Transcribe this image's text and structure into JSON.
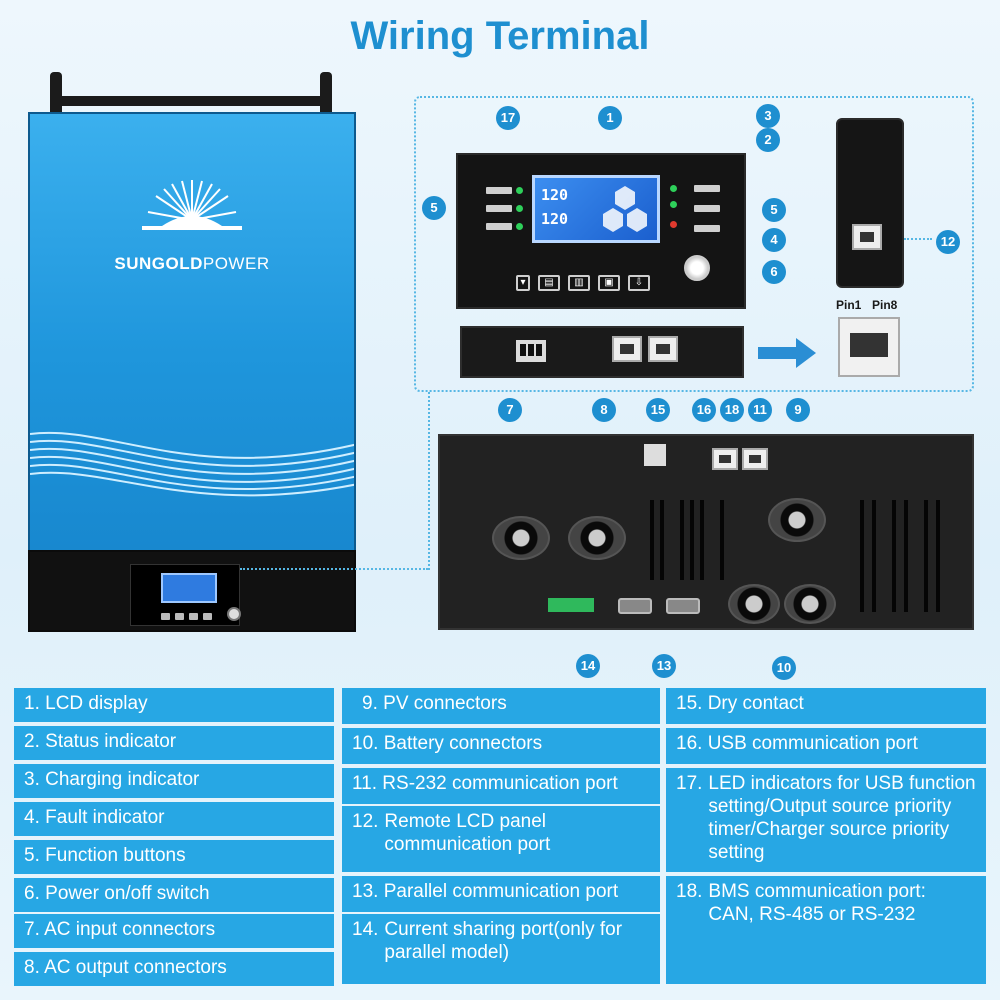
{
  "title": "Wiring Terminal",
  "brand": {
    "part1": "SUNGOLD",
    "part2": "POWER"
  },
  "lcd": {
    "line1": "120",
    "line2": "120"
  },
  "pins": {
    "left": "Pin1",
    "right": "Pin8"
  },
  "callouts": [
    "1",
    "2",
    "3",
    "4",
    "5",
    "5",
    "6",
    "7",
    "8",
    "9",
    "10",
    "11",
    "12",
    "13",
    "14",
    "15",
    "16",
    "17",
    "18"
  ],
  "legend": {
    "col1": [
      {
        "num": "1.",
        "text": "LCD display"
      },
      {
        "num": "2.",
        "text": "Status indicator"
      },
      {
        "num": "3.",
        "text": "Charging indicator"
      },
      {
        "num": "4.",
        "text": "Fault indicator"
      },
      {
        "num": "5.",
        "text": "Function buttons"
      },
      {
        "num": "6.",
        "text": "Power on/off switch"
      },
      {
        "num": "7.",
        "text": "AC input connectors"
      },
      {
        "num": "8.",
        "text": "AC output connectors"
      }
    ],
    "col2": [
      {
        "num": "9.",
        "text": "PV connectors"
      },
      {
        "num": "10.",
        "text": "Battery connectors"
      },
      {
        "num": "11.",
        "text": "RS-232 communication port"
      },
      {
        "num": "12.",
        "text": "Remote LCD panel communication port"
      },
      {
        "num": "13.",
        "text": "Parallel communication port"
      },
      {
        "num": "14.",
        "text": "Current sharing port(only for parallel model)"
      }
    ],
    "col3": [
      {
        "num": "15.",
        "text": "Dry contact"
      },
      {
        "num": "16.",
        "text": "USB communication port"
      },
      {
        "num": "17.",
        "text": "LED indicators for USB function setting/Output source priority timer/Charger source priority setting"
      },
      {
        "num": "18.",
        "text": "BMS communication port: CAN, RS-485 or RS-232"
      }
    ]
  }
}
